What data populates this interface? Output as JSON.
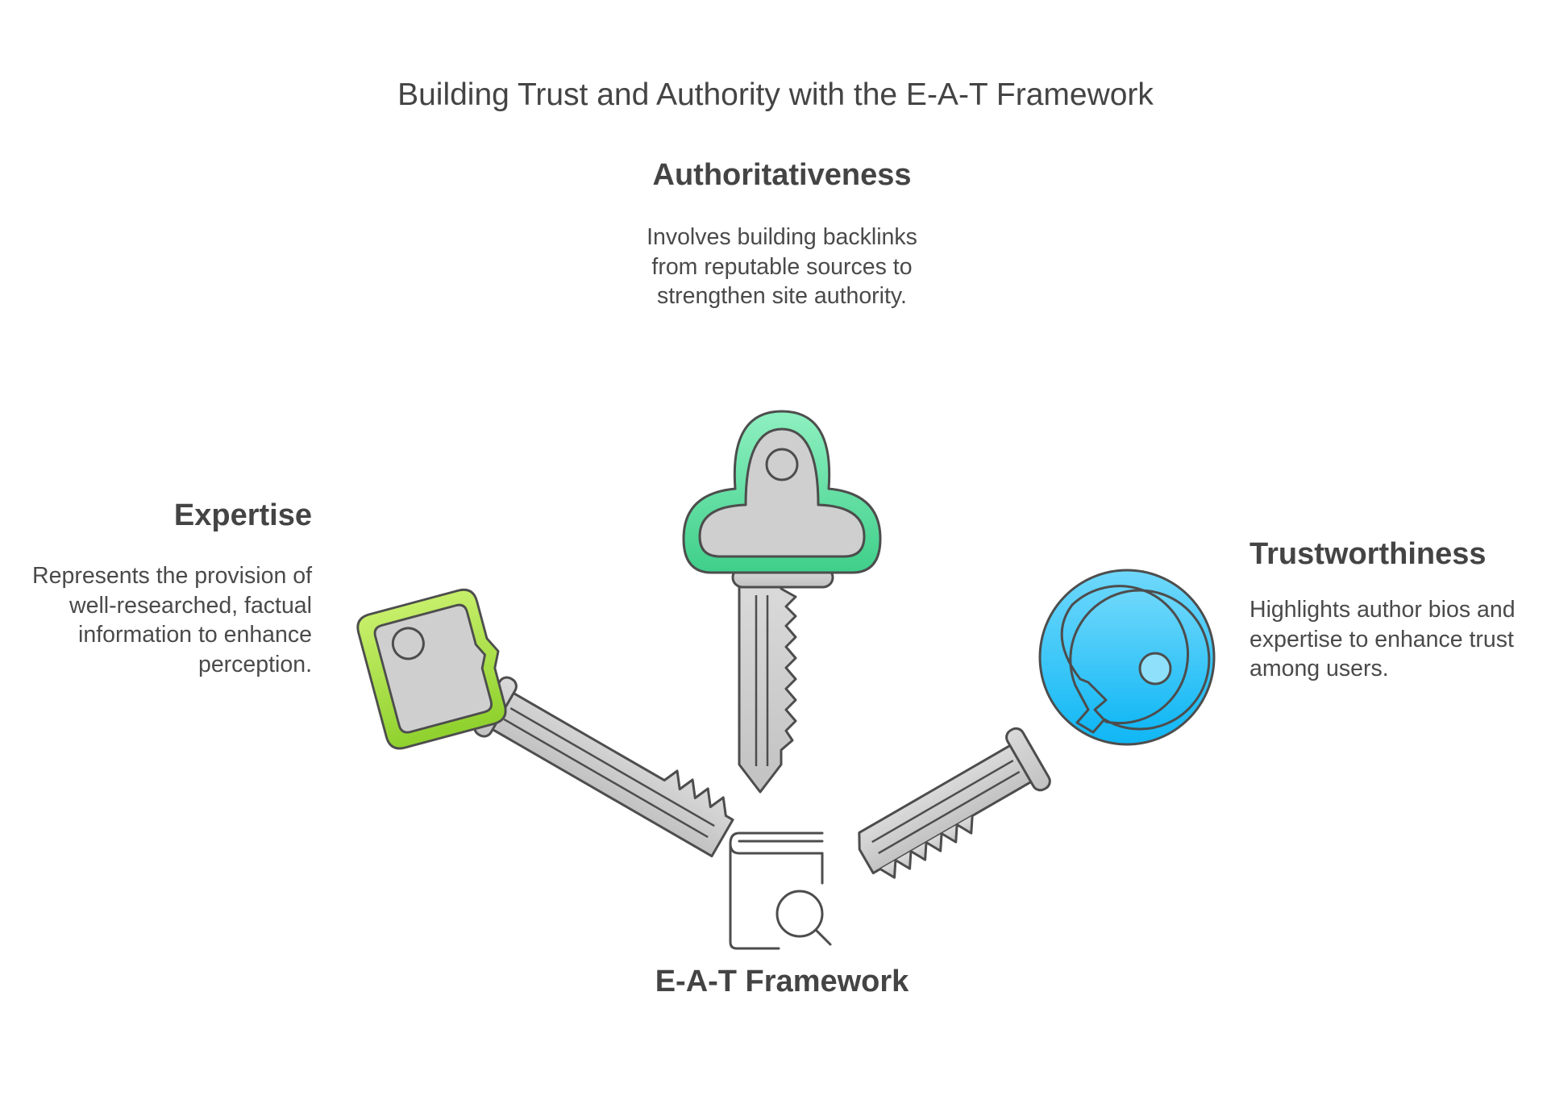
{
  "title": "Building Trust and Authority with the E-A-T Framework",
  "center": {
    "label": "E-A-T Framework",
    "icon": "book-search-icon"
  },
  "items": [
    {
      "id": "authoritativeness",
      "heading": "Authoritativeness",
      "description": "Involves building backlinks from reputable sources to strengthen site authority.",
      "icon": "key-icon",
      "color": "#5fd69a"
    },
    {
      "id": "expertise",
      "heading": "Expertise",
      "description": "Represents the provision of well-researched, factual information to enhance perception.",
      "icon": "key-icon",
      "color": "#a3d93a"
    },
    {
      "id": "trustworthiness",
      "heading": "Trustworthiness",
      "description": "Highlights author bios and expertise to enhance trust among users.",
      "icon": "key-icon",
      "color": "#2ec0f9"
    }
  ],
  "colors": {
    "key_metal": "#cfcfcf",
    "outline": "#4d4d4d",
    "text": "#4a4a4a"
  }
}
